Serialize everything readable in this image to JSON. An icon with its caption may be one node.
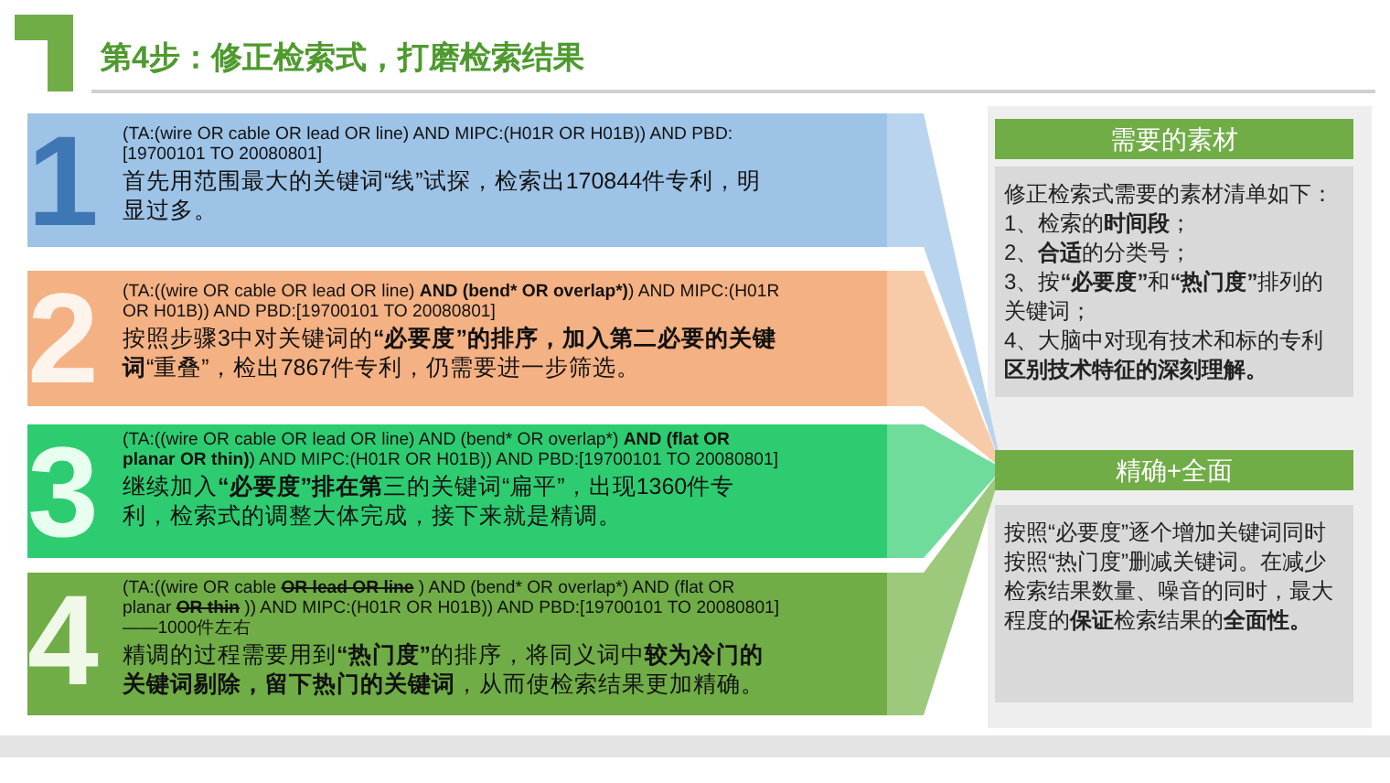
{
  "diagram": {
    "title": "第4步：修正检索式，打磨检索结果",
    "nodes": [
      {
        "text": [
          "1",
          "(TA:(wire OR cable OR lead OR line) AND MIPC:(H01R OR H01B)) AND PBD:[19700101 TO 20080801]",
          "首先用范围最大的关键词“线”试探，检索出170844件专利，明显过多。"
        ]
      },
      {
        "text": [
          "2",
          "(TA:((wire OR cable OR lead OR line) **AND (bend* OR overlap*)**) AND MIPC:(H01R OR H01B)) AND PBD:[19700101 TO 20080801]",
          "按照步骤3中对关键词的**“必要度”的排序，加入第二必要的关键词**“重叠”，检出7867件专利，仍需要进一步筛选。"
        ]
      },
      {
        "text": [
          "3",
          "(TA:((wire OR cable OR lead OR line) AND (bend* OR overlap*) **AND (flat OR planar OR thin)**) AND MIPC:(H01R OR H01B)) AND PBD:[19700101 TO 20080801]",
          "继续加入**“必要度”排在第**三的关键词“扁平”，出现1360件专利，检索式的调整大体完成，接下来就是精调。"
        ]
      },
      {
        "text": [
          "4",
          "(TA:((wire OR cable",
          "OR lead OR line",
          ") AND (bend* OR overlap*) AND (flat OR planar",
          "OR thin",
          ")) AND MIPC:(H01R OR H01B)) AND PBD:[19700101 TO 20080801] ——1000件左右",
          "精调的过程需要用到**“热门度”**的排序，将同义词中**较为冷门的关键词剔除，留下热门的关键词**，从而使检索结果更加精确。"
        ]
      },
      {
        "text": [
          "需要的素材"
        ]
      },
      {
        "text": [
          "修正检索式需要的素材清单如下：",
          "1、检索的**时间段**；",
          "2、**合适**的分类号；",
          "3、按**“必要度”**和**“热门度”**排列的关键词；",
          "4、大脑中对现有技术和标的专利**区别技术特征的深刻理解。**"
        ]
      },
      {
        "text": [
          "精确+全面"
        ]
      },
      {
        "text": [
          "按照“必要度”逐个增加关键词同时按照“热门度”删减关键词。在减少检索结果数量、噪音的同时，最大程度的**保证**检索结果的**全面性。**"
        ]
      }
    ]
  }
}
